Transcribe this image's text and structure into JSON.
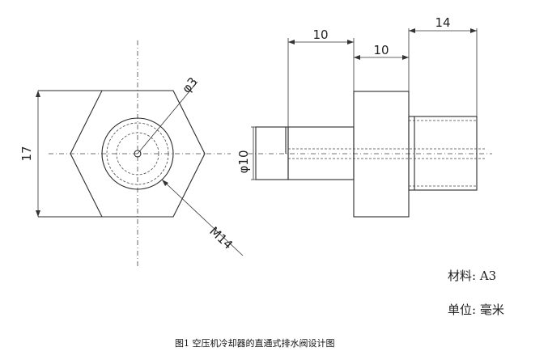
{
  "figure": {
    "caption": "图1 空压机冷却器的直通式排水阀设计图"
  },
  "notes": {
    "material": "材料: A3",
    "unit": "单位: 毫米"
  },
  "front_view": {
    "dims": {
      "height": "17",
      "hole_dia": "φ3",
      "thread": "M14"
    }
  },
  "side_view": {
    "dims": {
      "len_a": "10",
      "len_b": "10",
      "len_c": "14",
      "dia": "φ10"
    }
  }
}
